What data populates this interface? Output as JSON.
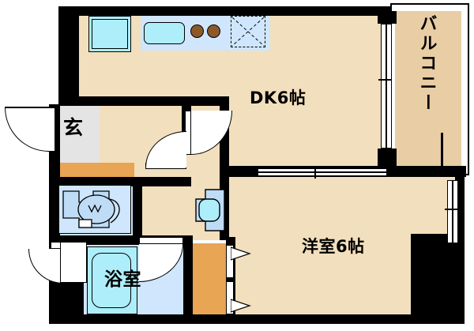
{
  "plan": {
    "type": "apartment-floor-plan",
    "rooms": [
      {
        "id": "dk",
        "label": "DK6帖",
        "kind": "dining-kitchen",
        "size_tatami": 6
      },
      {
        "id": "washitsu",
        "label": "洋室6帖",
        "kind": "western-room",
        "size_tatami": 6
      },
      {
        "id": "bath",
        "label": "浴室",
        "kind": "bathroom"
      },
      {
        "id": "genkan",
        "label": "玄",
        "kind": "entrance"
      },
      {
        "id": "balcony",
        "label": "バルコニー",
        "kind": "balcony"
      }
    ],
    "fixtures": [
      {
        "name": "kitchen-sink-square",
        "label": ""
      },
      {
        "name": "kitchen-sink-basin",
        "label": ""
      },
      {
        "name": "stove-burner-left",
        "label": ""
      },
      {
        "name": "stove-burner-right",
        "label": ""
      },
      {
        "name": "refrigerator-space",
        "label": ""
      },
      {
        "name": "vanity-washbasin",
        "label": ""
      },
      {
        "name": "toilet",
        "label": ""
      },
      {
        "name": "bathtub",
        "label": ""
      }
    ],
    "colors": {
      "wall": "#000000",
      "room_floor": "#f2dfbd",
      "balcony_floor": "#e8cda5",
      "bath_floor": "#cfe6fc",
      "fixture_water": "#aeeefb",
      "genkan_tile": "#e4e4e4",
      "closet_step": "#e8a553",
      "burner": "#8c5a28",
      "background": "#ffffff"
    }
  }
}
